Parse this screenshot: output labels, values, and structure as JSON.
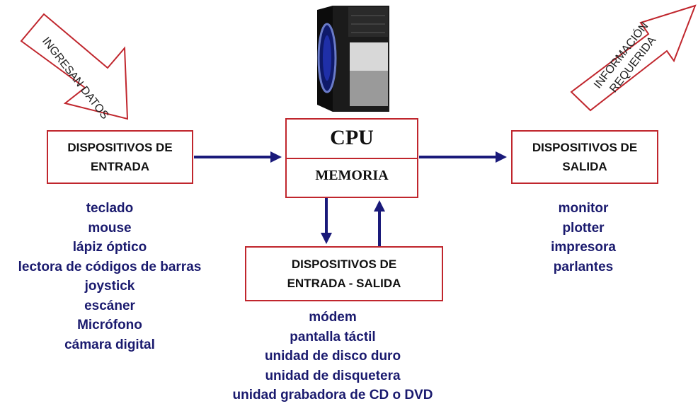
{
  "banners": {
    "left": "INGRESAN DATOS",
    "right_line1": "INFORMACIÓN",
    "right_line2": "REQUERIDA"
  },
  "boxes": {
    "input_line1": "DISPOSITIVOS DE",
    "input_line2": "ENTRADA",
    "cpu": "CPU",
    "memory": "MEMORIA",
    "output_line1": "DISPOSITIVOS DE",
    "output_line2": "SALIDA",
    "io_line1": "DISPOSITIVOS DE",
    "io_line2": "ENTRADA - SALIDA"
  },
  "lists": {
    "input": [
      "teclado",
      "mouse",
      "lápiz óptico",
      "lectora de códigos de barras",
      "joystick",
      "escáner",
      "Micrófono",
      "cámara digital"
    ],
    "output": [
      "monitor",
      "plotter",
      "impresora",
      "parlantes"
    ],
    "io": [
      "módem",
      "pantalla táctil",
      "unidad de disco duro",
      "unidad de disquetera",
      "unidad grabadora de CD o DVD"
    ]
  },
  "colors": {
    "box_border": "#c0262d",
    "arrow": "#1a1a7a",
    "list_text": "#1a1a6e"
  },
  "icons": {
    "computer": "pc-tower-icon"
  }
}
